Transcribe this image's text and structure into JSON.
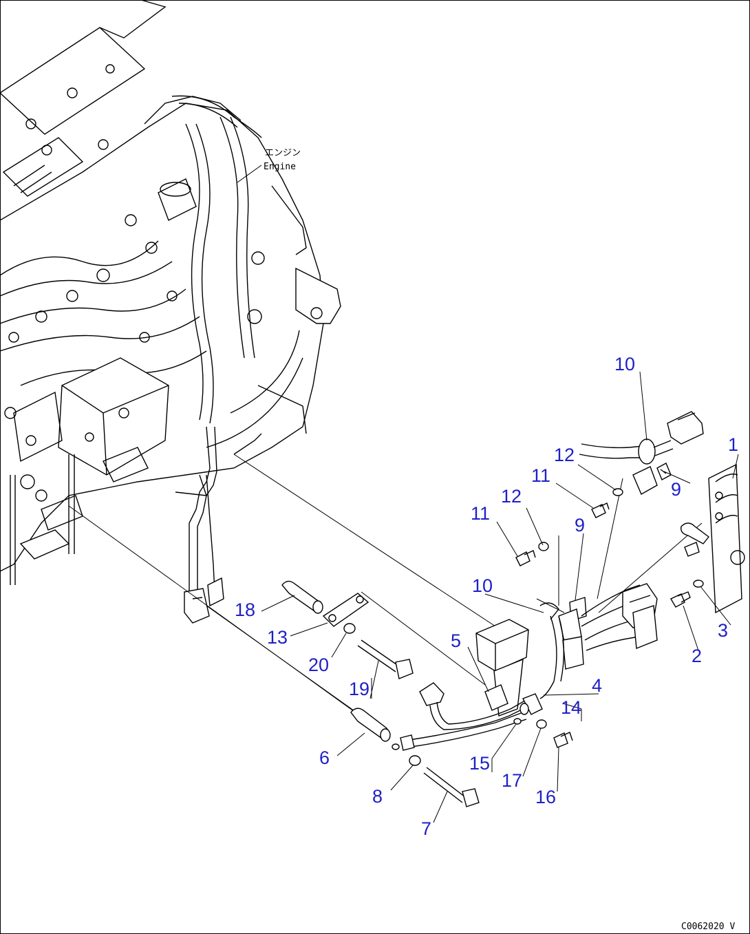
{
  "engine_label": {
    "jp": "エンジン",
    "en": "Engine"
  },
  "drawing_code": "C0062020 V",
  "callout_color": "#1f1fc8",
  "callouts": [
    "10",
    "1",
    "12",
    "9",
    "11",
    "12",
    "11",
    "9",
    "10",
    "3",
    "5",
    "2",
    "4",
    "14",
    "18",
    "13",
    "20",
    "19",
    "6",
    "15",
    "17",
    "16",
    "8",
    "7"
  ]
}
